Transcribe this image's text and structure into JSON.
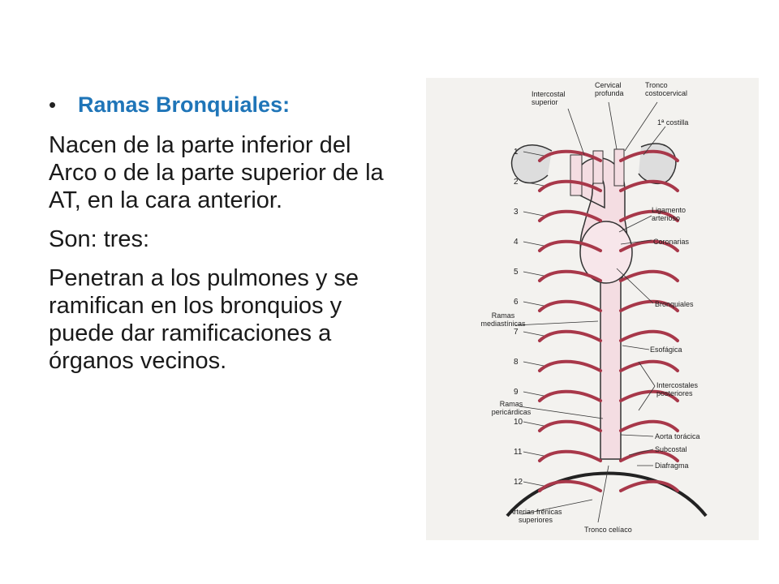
{
  "slide": {
    "heading": "Ramas Bronquiales:",
    "paragraphs": [
      "Nacen de la parte inferior del Arco o de la parte superior de la AT,  en la cara anterior.",
      "Son: tres:",
      "Penetran a los pulmones y se ramifican en los bronquios y puede dar ramificaciones a órganos vecinos."
    ]
  },
  "figure": {
    "labels": {
      "intercostal_superior": [
        "Intercostal",
        "superior"
      ],
      "cervical_profunda": [
        "Cervical",
        "profunda"
      ],
      "tronco_costocervical": [
        "Tronco",
        "costocervical"
      ],
      "primera_costilla": "1ª costilla",
      "ligamento_arterioso": [
        "Ligamento",
        "arterioso"
      ],
      "coronarias": "Coronarias",
      "bronquiales": "Bronquiales",
      "ramas_mediastinicas": [
        "Ramas",
        "mediastínicas"
      ],
      "esofagica": "Esofágica",
      "intercostales_posteriores": [
        "Intercostales",
        "posteriores"
      ],
      "ramas_pericardicas": [
        "Ramas",
        "pericárdicas"
      ],
      "aorta_toracica": "Aorta torácica",
      "subcostal": "Subcostal",
      "diafragma": "Diafragma",
      "arterias_frenicas": [
        "Arterias frénicas",
        "superiores"
      ],
      "tronco_celiaco": "Tronco celíaco"
    },
    "rib_numbers": [
      "1",
      "2",
      "3",
      "4",
      "5",
      "6",
      "7",
      "8",
      "9",
      "10",
      "11",
      "12"
    ]
  }
}
